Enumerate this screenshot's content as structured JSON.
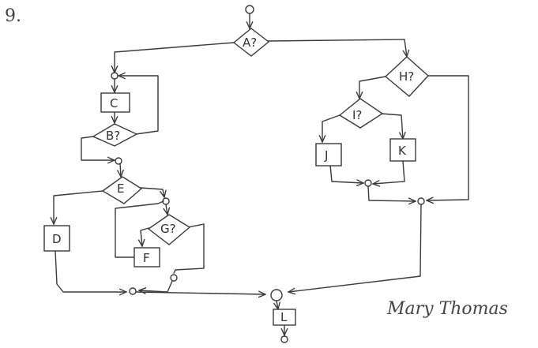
{
  "problem_number": "9.",
  "signature": "Mary Thomas",
  "top_note": "",
  "colors": {
    "ink": "#3a3a3a",
    "note_red": "#e02020"
  },
  "nodes": {
    "A": "A?",
    "B": "B?",
    "C": "C",
    "D": "D",
    "E": "E",
    "F": "F",
    "G": "G?",
    "H": "H?",
    "I": "I?",
    "J": "J",
    "K": "K",
    "L": "L"
  }
}
